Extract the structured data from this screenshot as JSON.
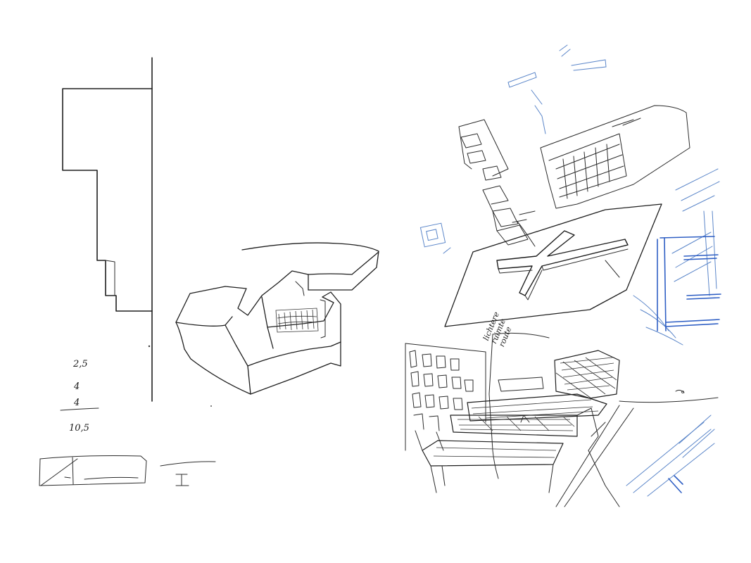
{
  "dimension_notes": [
    "2,5",
    "4",
    "4",
    "10,5"
  ],
  "annotation": [
    "lichtere",
    "ruimte",
    "route"
  ]
}
